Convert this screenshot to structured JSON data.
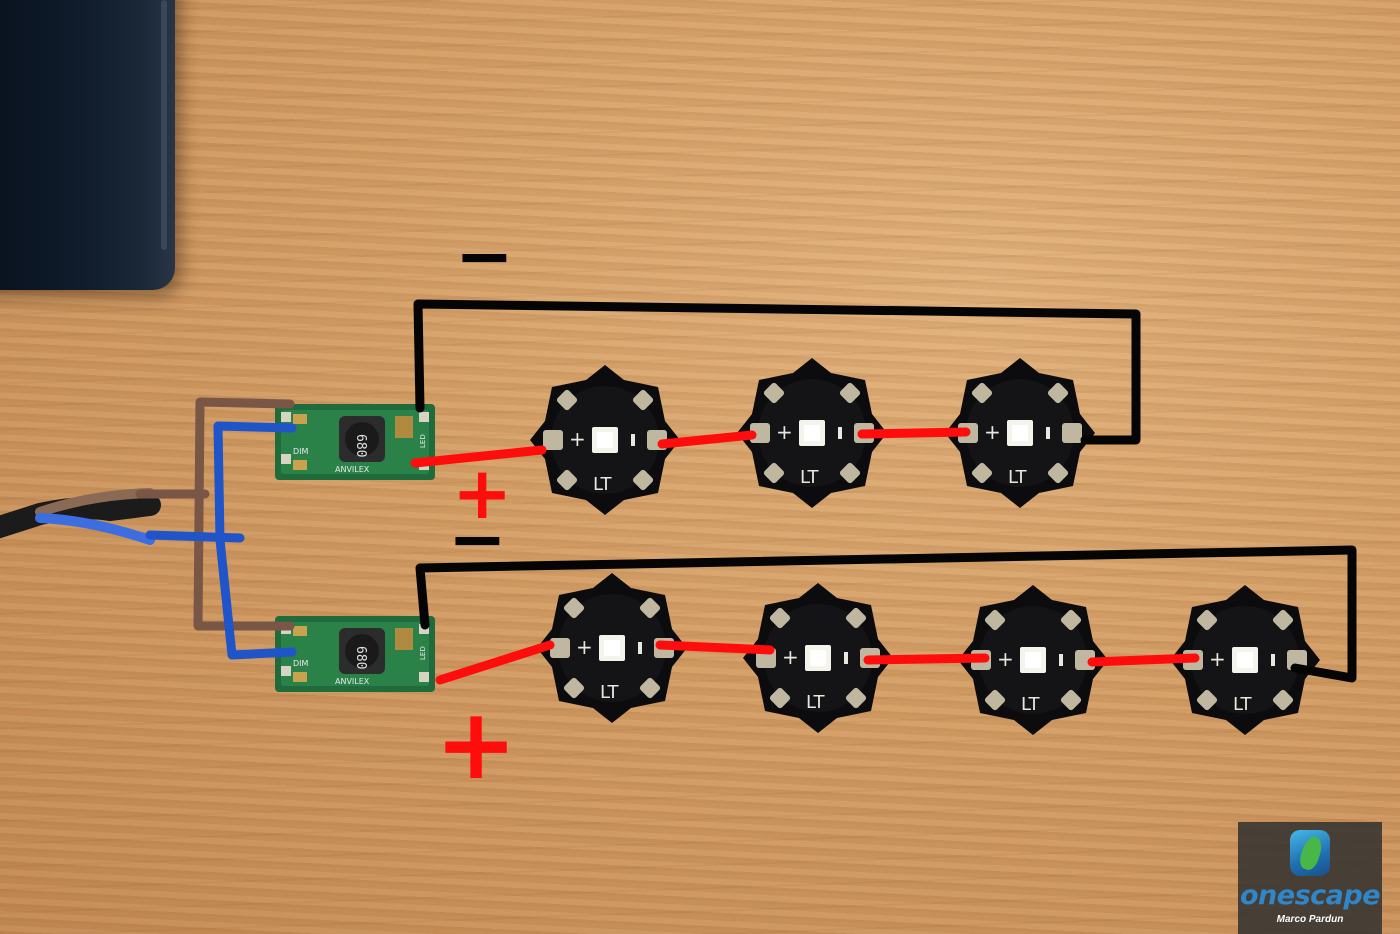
{
  "photo": {
    "subject": "led-wiring-photo",
    "background_color": "#d49e66"
  },
  "drivers": [
    {
      "id": "driver-top",
      "model": "ANVILEX",
      "inductor_code": "680",
      "dim_label": "DIM",
      "led_label": "LED"
    },
    {
      "id": "driver-bottom",
      "model": "ANVILEX",
      "inductor_code": "680",
      "dim_label": "DIM",
      "led_label": "LED"
    }
  ],
  "led_rows": [
    {
      "id": "row-top",
      "led_count": 3,
      "led_marking": "LT"
    },
    {
      "id": "row-bottom",
      "led_count": 4,
      "led_marking": "LT"
    }
  ],
  "annotations": {
    "minus_sign": "−",
    "plus_sign": "+",
    "positive_wire_color": "#ff0d0d",
    "negative_wire_color": "#050505",
    "brown_wire_color": "#7a5646",
    "blue_wire_color": "#1f55c8"
  },
  "watermark": {
    "brand": "onescape",
    "author": "Marco Pardun"
  }
}
